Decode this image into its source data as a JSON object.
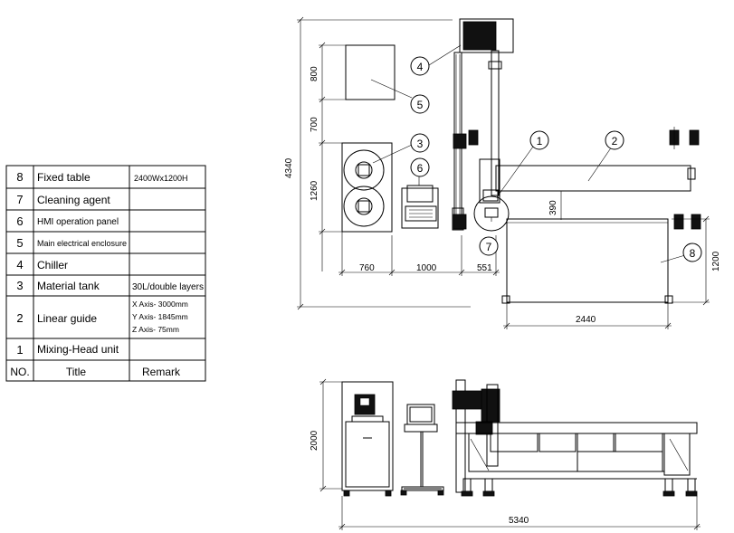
{
  "table": {
    "rows": [
      {
        "no": "8",
        "title": "Fixed table",
        "remark": [
          "2400Wx1200H"
        ]
      },
      {
        "no": "7",
        "title": "Cleaning agent",
        "remark": []
      },
      {
        "no": "6",
        "title": "HMI operation panel",
        "remark": []
      },
      {
        "no": "5",
        "title": "Main electrical enclosure",
        "remark": []
      },
      {
        "no": "4",
        "title": "Chiller",
        "remark": []
      },
      {
        "no": "3",
        "title": "Material tank",
        "remark": [
          "30L/double layers"
        ]
      },
      {
        "no": "2",
        "title": "Linear guide",
        "remark": [
          "X Axis- 3000mm",
          "Y Axis- 1845mm",
          "Z Axis- 75mm"
        ]
      },
      {
        "no": "1",
        "title": "Mixing-Head unit",
        "remark": []
      }
    ],
    "header": {
      "no": "NO.",
      "title": "Title",
      "remark": "Remark"
    }
  },
  "dimensions": {
    "total_height_plan": "4340",
    "d800": "800",
    "d700": "700",
    "d1260": "1260",
    "d760": "760",
    "d1000": "1000",
    "d551": "551",
    "d390": "390",
    "d1200": "1200",
    "d2440": "2440",
    "d2000": "2000",
    "d5340": "5340"
  },
  "callouts": {
    "c1": "1",
    "c2": "2",
    "c3": "3",
    "c4": "4",
    "c5": "5",
    "c6": "6",
    "c7": "7",
    "c8": "8"
  }
}
